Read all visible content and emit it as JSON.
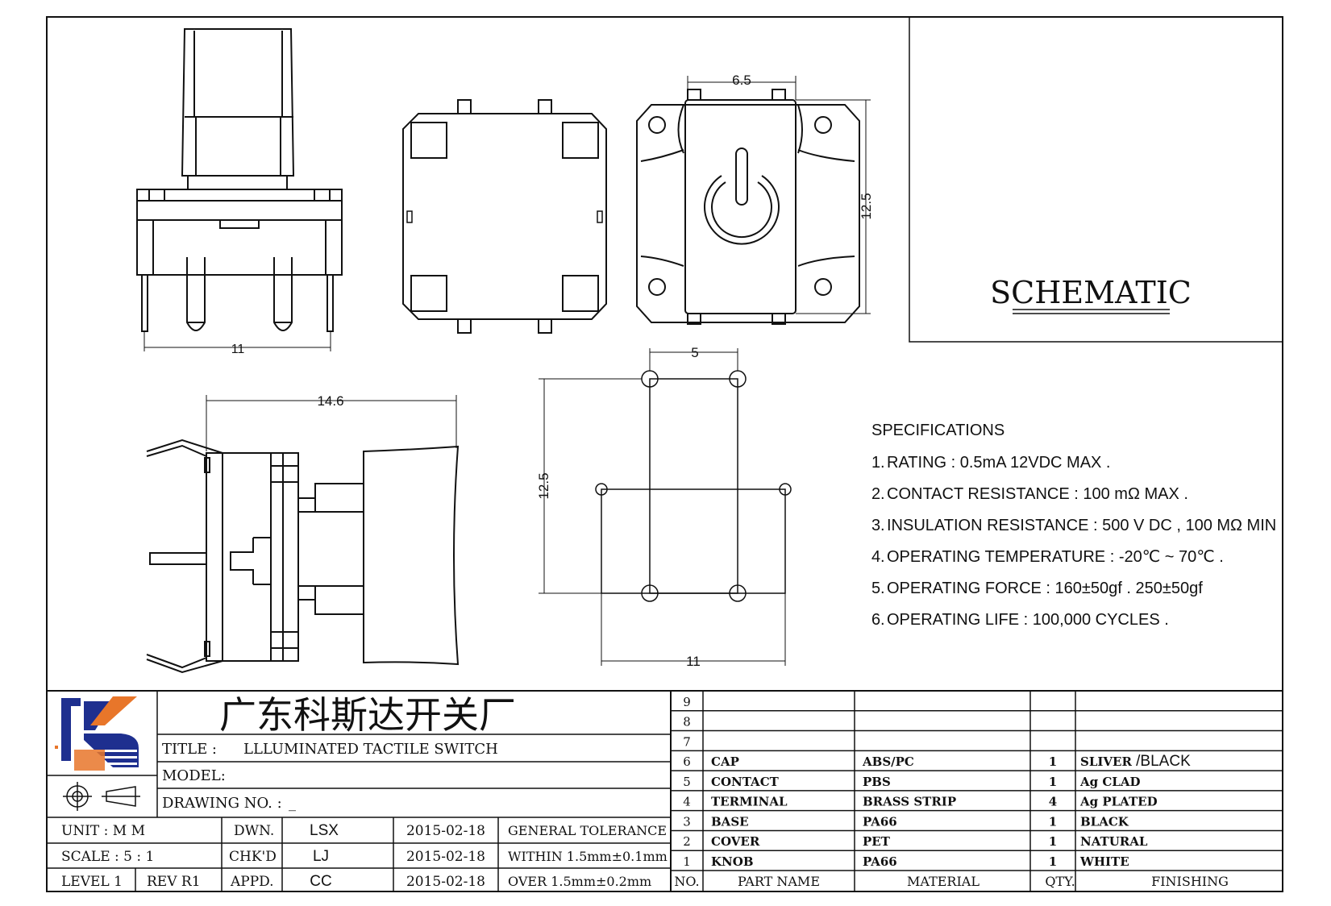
{
  "schematic_box": {
    "label": "SCHEMATIC"
  },
  "dimensions": {
    "side_width": "11",
    "top_width": "6.5",
    "top_height": "12.5",
    "lower_width": "14.6",
    "pcb_pitch_x": "5",
    "pcb_height": "12.5",
    "pcb_width": "11"
  },
  "specifications": {
    "heading": "SPECIFICATIONS",
    "items": [
      {
        "num": "1",
        "text": "RATING : 0.5mA 12VDC MAX ."
      },
      {
        "num": "2",
        "text": "CONTACT RESISTANCE : 100 mΩ MAX ."
      },
      {
        "num": "3",
        "text": "INSULATION RESISTANCE : 500 V DC , 100 MΩ MIN"
      },
      {
        "num": "4",
        "text": "OPERATING TEMPERATURE : -20℃ ~ 70℃ ."
      },
      {
        "num": "5",
        "text": "OPERATING FORCE : 160±50gf . 250±50gf"
      },
      {
        "num": "6",
        "text": "OPERATING LIFE : 100,000 CYCLES ."
      }
    ]
  },
  "title_block": {
    "company": "广东科斯达开关厂",
    "title_label": "TITLE :",
    "title_value": "LLLUMINATED TACTILE SWITCH",
    "model_label": "MODEL:",
    "model_value": "",
    "drawing_no_label": "DRAWING NO. :",
    "drawing_no_value": "_",
    "info_rows": [
      {
        "left": "UNIT   :   M M",
        "role": "DWN.",
        "name": "LSX",
        "date": "2015-02-18",
        "tol": "GENERAL TOLERANCE"
      },
      {
        "left": "SCALE  :  5 : 1",
        "role": "CHK'D",
        "name": "LJ",
        "date": "2015-02-18",
        "tol": "WITHIN 1.5mm±0.1mm"
      },
      {
        "left": "LEVEL 1",
        "rev": "REV  R1",
        "role": "APPD.",
        "name": "CC",
        "date": "2015-02-18",
        "tol": "OVER   1.5mm±0.2mm"
      }
    ]
  },
  "bom": {
    "headers": {
      "no": "NO.",
      "part": "PART  NAME",
      "material": "MATERIAL",
      "qty": "QTY.",
      "finishing": "FINISHING"
    },
    "rows": [
      {
        "no": "9",
        "part": "",
        "material": "",
        "qty": "",
        "finishing": ""
      },
      {
        "no": "8",
        "part": "",
        "material": "",
        "qty": "",
        "finishing": ""
      },
      {
        "no": "7",
        "part": "",
        "material": "",
        "qty": "",
        "finishing": ""
      },
      {
        "no": "6",
        "part": "CAP",
        "material": "ABS/PC",
        "qty": "1",
        "finishing": "SLIVER /BLACK"
      },
      {
        "no": "5",
        "part": "CONTACT",
        "material": "PBS",
        "qty": "1",
        "finishing": "Ag CLAD"
      },
      {
        "no": "4",
        "part": "TERMINAL",
        "material": "BRASS STRIP",
        "qty": "4",
        "finishing": "Ag PLATED"
      },
      {
        "no": "3",
        "part": "BASE",
        "material": "PA66",
        "qty": "1",
        "finishing": "BLACK"
      },
      {
        "no": "2",
        "part": "COVER",
        "material": "PET",
        "qty": "1",
        "finishing": "NATURAL"
      },
      {
        "no": "1",
        "part": "KNOB",
        "material": "PA66",
        "qty": "1",
        "finishing": "WHITE"
      }
    ]
  },
  "colors": {
    "line": "#111111",
    "logo_blue": "#1e2f8f",
    "logo_orange": "#e8762a"
  },
  "icons": [
    "company-logo",
    "first-angle-projection-icon"
  ]
}
